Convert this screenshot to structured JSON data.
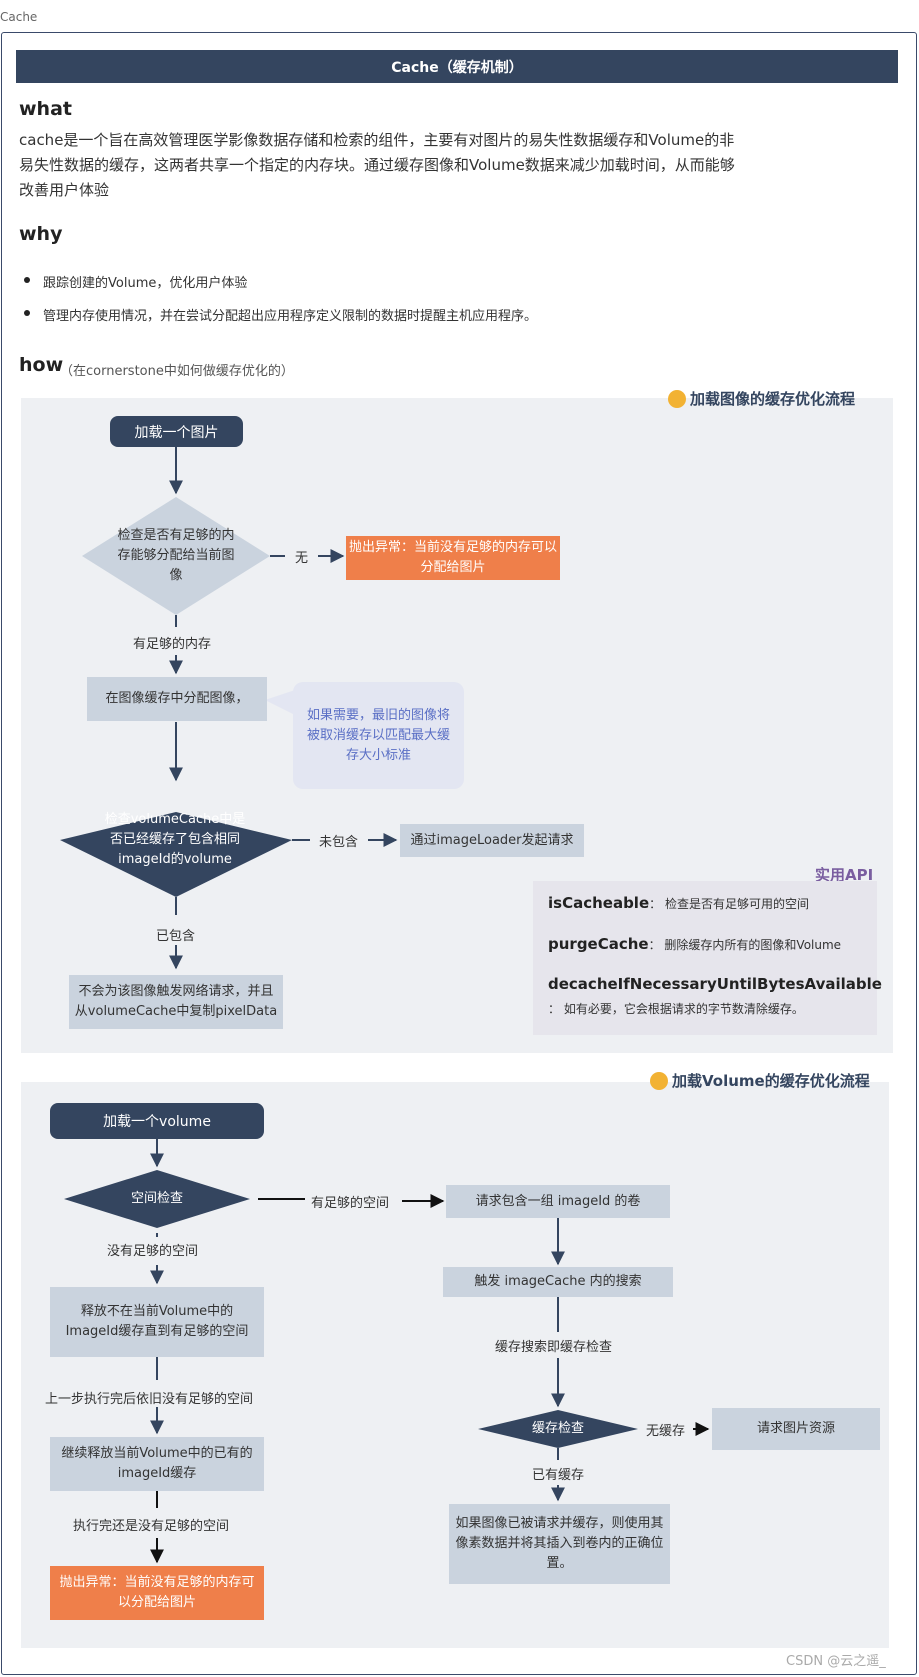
{
  "window": {
    "tab": "Cache"
  },
  "header": {
    "title": "Cache（缓存机制）"
  },
  "what": {
    "heading": "what",
    "line1": "cache是一个旨在高效管理医学影像数据存储和检索的组件，主要有对图片的易失性数据缓存和Volume的非",
    "line2": "易失性数据的缓存，这两者共享一个指定的内存块。通过缓存图像和Volume数据来减少加载时间，从而能够",
    "line3": "改善用户体验"
  },
  "why": {
    "heading": "why",
    "items": [
      "跟踪创建的Volume，优化用户体验",
      "管理内存使用情况，并在尝试分配超出应用程序定义限制的数据时提醒主机应用程序。"
    ]
  },
  "how": {
    "heading": "how",
    "subtitle": "（在cornerstone中如何做缓存优化的）"
  },
  "image_flow": {
    "title": "加载图像的缓存优化流程",
    "start": "加载一个图片",
    "check_memory": "检查是否有足够的内存能够分配给当前图像",
    "no_label": "无",
    "error": "抛出异常：当前没有足够的内存可以分配给图片",
    "enough_label": "有足够的内存",
    "allocate": "在图像缓存中分配图像，",
    "note": "如果需要，最旧的图像将被取消缓存以匹配最大缓存大小标准",
    "check_volume": "检查volumeCache中是否已经缓存了包含相同imageId的volume",
    "not_contained_label": "未包含",
    "request": "通过imageLoader发起请求",
    "contained_label": "已包含",
    "copy": "不会为该图像触发网络请求，并且从volumeCache中复制pixelData"
  },
  "api": {
    "title": "实用API",
    "items": [
      {
        "name": "isCacheable",
        "desc": "：  检查是否有足够可用的空间"
      },
      {
        "name": "purgeCache",
        "desc": "：  删除缓存内所有的图像和Volume"
      },
      {
        "name": "decacheIfNecessaryUntilBytesAvailable",
        "desc": "：  如有必要，它会根据请求的字节数清除缓存。"
      }
    ]
  },
  "volume_flow": {
    "title": "加载Volume的缓存优化流程",
    "start": "加载一个volume",
    "space_check": "空间检查",
    "enough_space_label": "有足够的空间",
    "request_volume": "请求包含一组 imageId 的卷",
    "trigger_search": "触发 imageCache 内的搜索",
    "search_label": "缓存搜索即缓存检查",
    "cache_check": "缓存检查",
    "no_cache_label": "无缓存",
    "request_image": "请求图片资源",
    "cached_label": "已有缓存",
    "use_cached": "如果图像已被请求并缓存，则使用其像素数据并将其插入到卷内的正确位置。",
    "no_space_label": "没有足够的空间",
    "release": "释放不在当前Volume中的ImageId缓存直到有足够的空间",
    "still_no_space_label": "上一步执行完后依旧没有足够的空间",
    "continue_release": "继续释放当前Volume中的已有的imageId缓存",
    "after_label": "执行完还是没有足够的空间",
    "error": "抛出异常：当前没有足够的内存可以分配给图片"
  },
  "watermark": "CSDN @云之遥_"
}
